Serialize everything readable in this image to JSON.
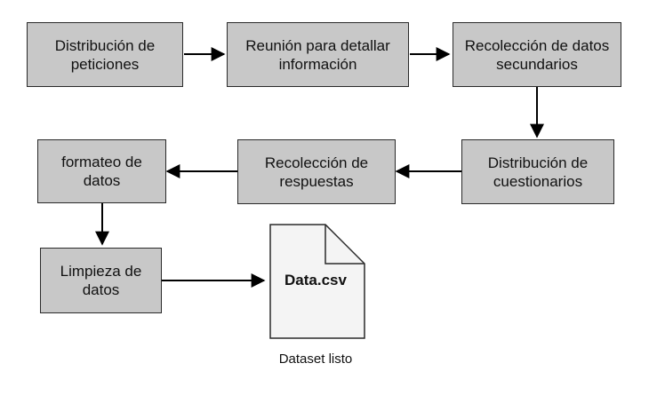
{
  "diagram": {
    "steps": [
      "Distribución de peticiones",
      "Reunión para detallar información",
      "Recolección de datos secundarios",
      "Distribución de cuestionarios",
      "Recolección de respuestas",
      "formateo de datos",
      "Limpieza de datos"
    ],
    "output": {
      "file_name": "Data.csv",
      "caption": "Dataset listo"
    }
  },
  "colors": {
    "box_fill": "#c8c8c8",
    "border": "#2a2a2a",
    "document_fill": "#f4f4f4",
    "arrow": "#000000"
  }
}
